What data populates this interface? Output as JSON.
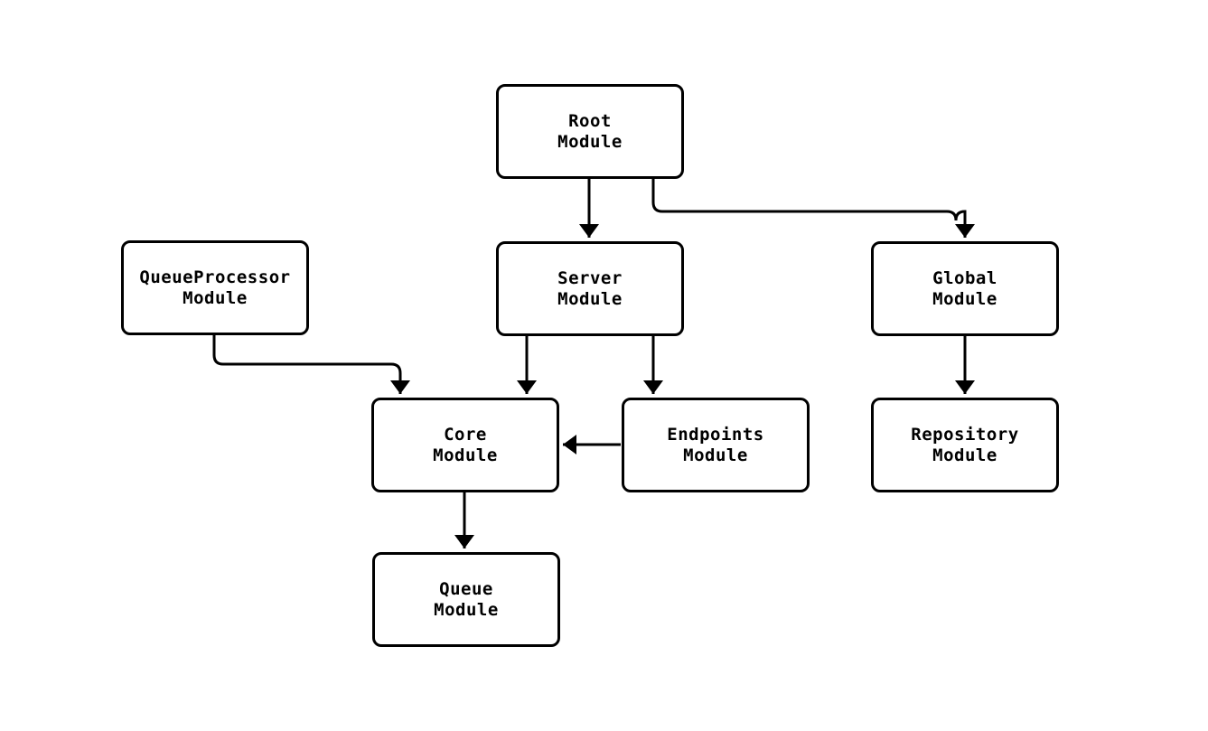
{
  "page": {
    "background_color": "#ffffff"
  },
  "colors": {
    "node_fill": "#ffffff",
    "node_border": "#000000",
    "edge_stroke": "#000000",
    "text": "#000000"
  },
  "diagram": {
    "type": "module-dependency-graph",
    "nodes": [
      {
        "id": "root-module",
        "line1": "Root",
        "line2": "Module"
      },
      {
        "id": "queue-processor-module",
        "line1": "QueueProcessor",
        "line2": "Module"
      },
      {
        "id": "server-module",
        "line1": "Server",
        "line2": "Module"
      },
      {
        "id": "global-module",
        "line1": "Global",
        "line2": "Module"
      },
      {
        "id": "core-module",
        "line1": "Core",
        "line2": "Module"
      },
      {
        "id": "endpoints-module",
        "line1": "Endpoints",
        "line2": "Module"
      },
      {
        "id": "repository-module",
        "line1": "Repository",
        "line2": "Module"
      },
      {
        "id": "queue-module",
        "line1": "Queue",
        "line2": "Module"
      }
    ],
    "edges": [
      {
        "from": "root-module",
        "to": "server-module"
      },
      {
        "from": "root-module",
        "to": "global-module"
      },
      {
        "from": "queue-processor-module",
        "to": "core-module"
      },
      {
        "from": "server-module",
        "to": "core-module"
      },
      {
        "from": "server-module",
        "to": "endpoints-module"
      },
      {
        "from": "endpoints-module",
        "to": "core-module"
      },
      {
        "from": "global-module",
        "to": "repository-module"
      },
      {
        "from": "core-module",
        "to": "queue-module"
      }
    ]
  }
}
